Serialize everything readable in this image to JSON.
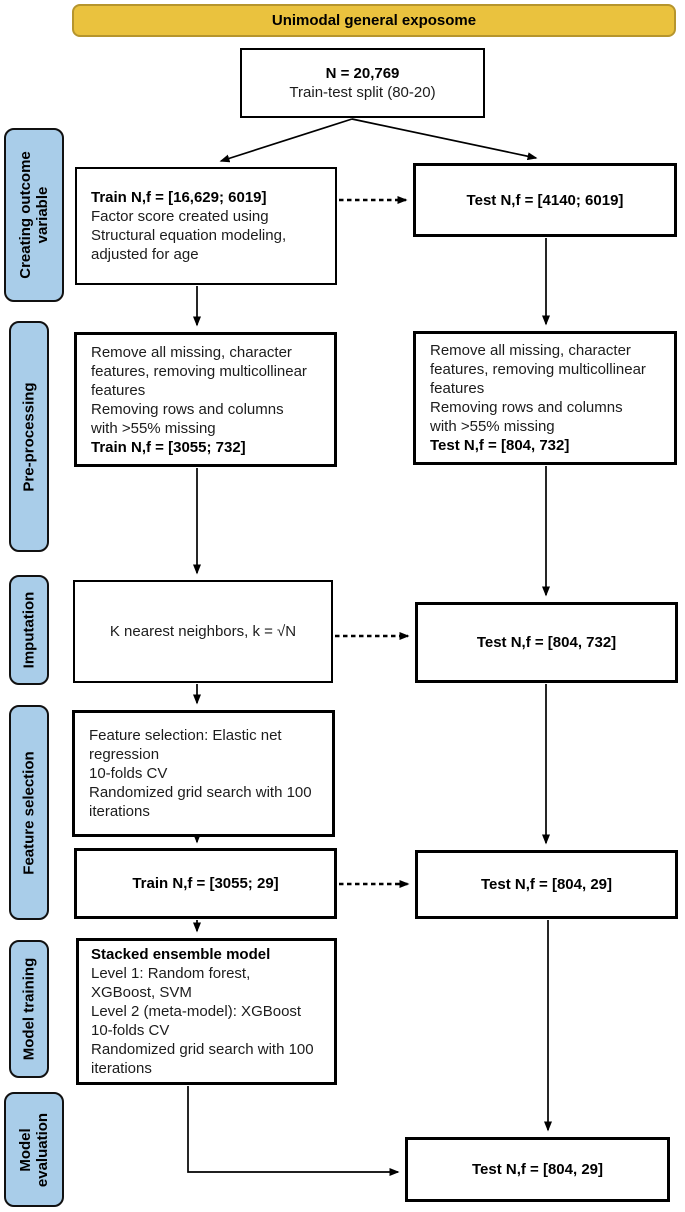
{
  "header": {
    "title": "Unimodal general exposome"
  },
  "colors": {
    "header_fill": "#EAC23E",
    "header_border": "#B6952D",
    "stage_fill": "#A9CDE9",
    "box_border": "#000000"
  },
  "sidebar": {
    "items": [
      {
        "label": "Creating outcome variable"
      },
      {
        "label": "Pre-processing"
      },
      {
        "label": "Imputation"
      },
      {
        "label": "Feature selection"
      },
      {
        "label": "Model training"
      },
      {
        "label": "Model evaluation"
      }
    ]
  },
  "flow": {
    "split_box": {
      "line_bold": "N = 20,769",
      "line_sub": "Train-test split (80-20)"
    },
    "train_outcome": {
      "bold": "Train N,f = [16,629; 6019]",
      "lines": [
        "Factor score created using",
        "Structural equation modeling,",
        "adjusted for age"
      ]
    },
    "test_outcome": {
      "bold": "Test N,f = [4140; 6019]"
    },
    "preproc_train": {
      "lines": [
        "Remove all missing, character",
        "features, removing multicollinear",
        "features",
        "Removing rows and columns",
        "with >55% missing"
      ],
      "bold": "Train N,f = [3055; 732]"
    },
    "preproc_test": {
      "lines": [
        "Remove all missing, character",
        "features, removing multicollinear",
        "features",
        "Removing rows and columns",
        "with >55% missing"
      ],
      "bold": "Test N,f = [804, 732]"
    },
    "imputation_box": {
      "text": "K nearest neighbors, k = √N"
    },
    "test_imputed": {
      "bold": "Test N,f = [804, 732]"
    },
    "feature_selection_box": {
      "lines": [
        "Feature selection: Elastic net",
        "regression",
        "10-folds CV",
        "Randomized grid search with 100",
        "iterations"
      ]
    },
    "train_selected": {
      "bold": "Train N,f = [3055; 29]"
    },
    "test_selected": {
      "bold": "Test N,f = [804, 29]"
    },
    "model_training_box": {
      "bold": "Stacked ensemble model",
      "lines": [
        "Level 1: Random forest,",
        "XGBoost, SVM",
        "Level 2 (meta-model): XGBoost",
        "10-folds CV",
        "Randomized grid search with 100",
        "iterations"
      ]
    },
    "test_final": {
      "bold": "Test N,f = [804, 29]"
    }
  }
}
